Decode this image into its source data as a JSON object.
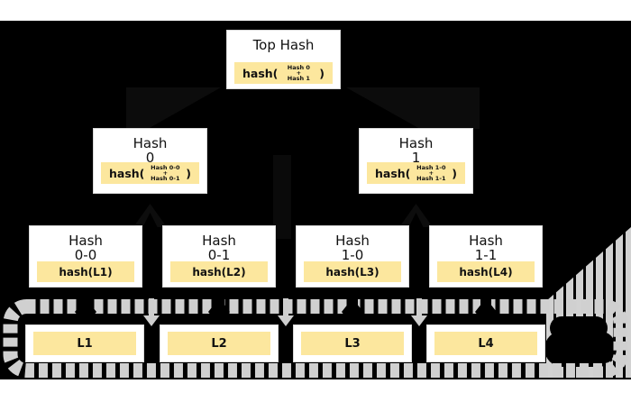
{
  "colors": {
    "page_background": "#ffffff",
    "diagram_background": "#000000",
    "node_background": "#ffffff",
    "hash_chip_background": "#fce79e",
    "dashed_outline_gray": "#d0d0d0",
    "text": "#111111"
  },
  "tree": {
    "root": {
      "title": "Top Hash",
      "fn_open": "hash(",
      "fn_close": ")",
      "args": {
        "top": "Hash 0",
        "mid": "+",
        "bottom": "Hash 1"
      }
    },
    "level1": [
      {
        "title": "Hash",
        "subtitle": "0",
        "fn_open": "hash(",
        "fn_close": ")",
        "args": {
          "top": "Hash 0-0",
          "mid": "+",
          "bottom": "Hash 0-1"
        }
      },
      {
        "title": "Hash",
        "subtitle": "1",
        "fn_open": "hash(",
        "fn_close": ")",
        "args": {
          "top": "Hash 1-0",
          "mid": "+",
          "bottom": "Hash 1-1"
        }
      }
    ],
    "level2": [
      {
        "title": "Hash",
        "subtitle": "0-0",
        "hash_label": "hash(L1)"
      },
      {
        "title": "Hash",
        "subtitle": "0-1",
        "hash_label": "hash(L2)"
      },
      {
        "title": "Hash",
        "subtitle": "1-0",
        "hash_label": "hash(L3)"
      },
      {
        "title": "Hash",
        "subtitle": "1-1",
        "hash_label": "hash(L4)"
      }
    ],
    "data_blocks": [
      {
        "label": "L1"
      },
      {
        "label": "L2"
      },
      {
        "label": "L3"
      },
      {
        "label": "L4"
      }
    ]
  }
}
